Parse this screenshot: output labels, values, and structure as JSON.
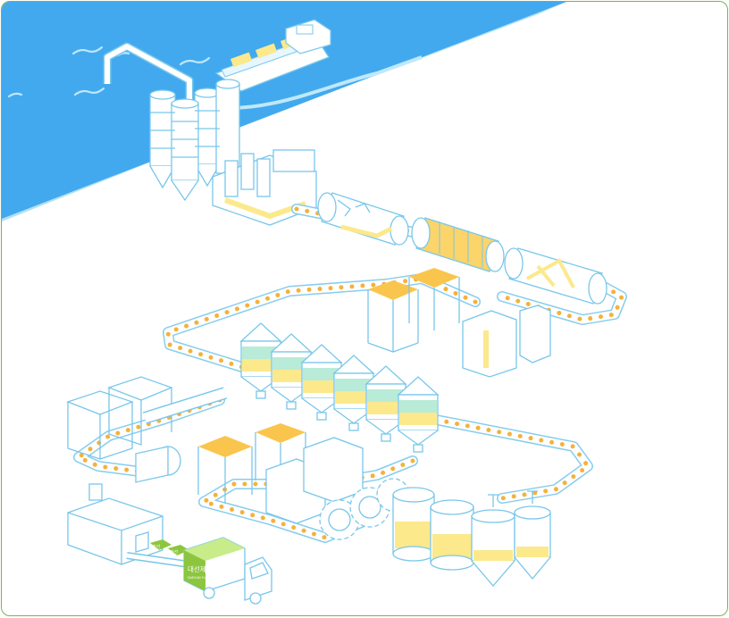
{
  "colors": {
    "sea": "#42a9ee",
    "outline": "#79c7ea",
    "conveyor_dot": "#f6b13a",
    "cream": "#fbe98c",
    "mint": "#b8ebd8",
    "truck_green": "#8cc63f",
    "frame": "#7fb24a"
  },
  "truck": {
    "brand_korean": "대선제분",
    "brand_english": "DAESUN FLOUR"
  },
  "bag_tags": [
    "대선",
    "대선"
  ],
  "icons": [
    "wave-icon",
    "wave-icon",
    "wave-icon",
    "wave-icon",
    "wave-icon"
  ]
}
